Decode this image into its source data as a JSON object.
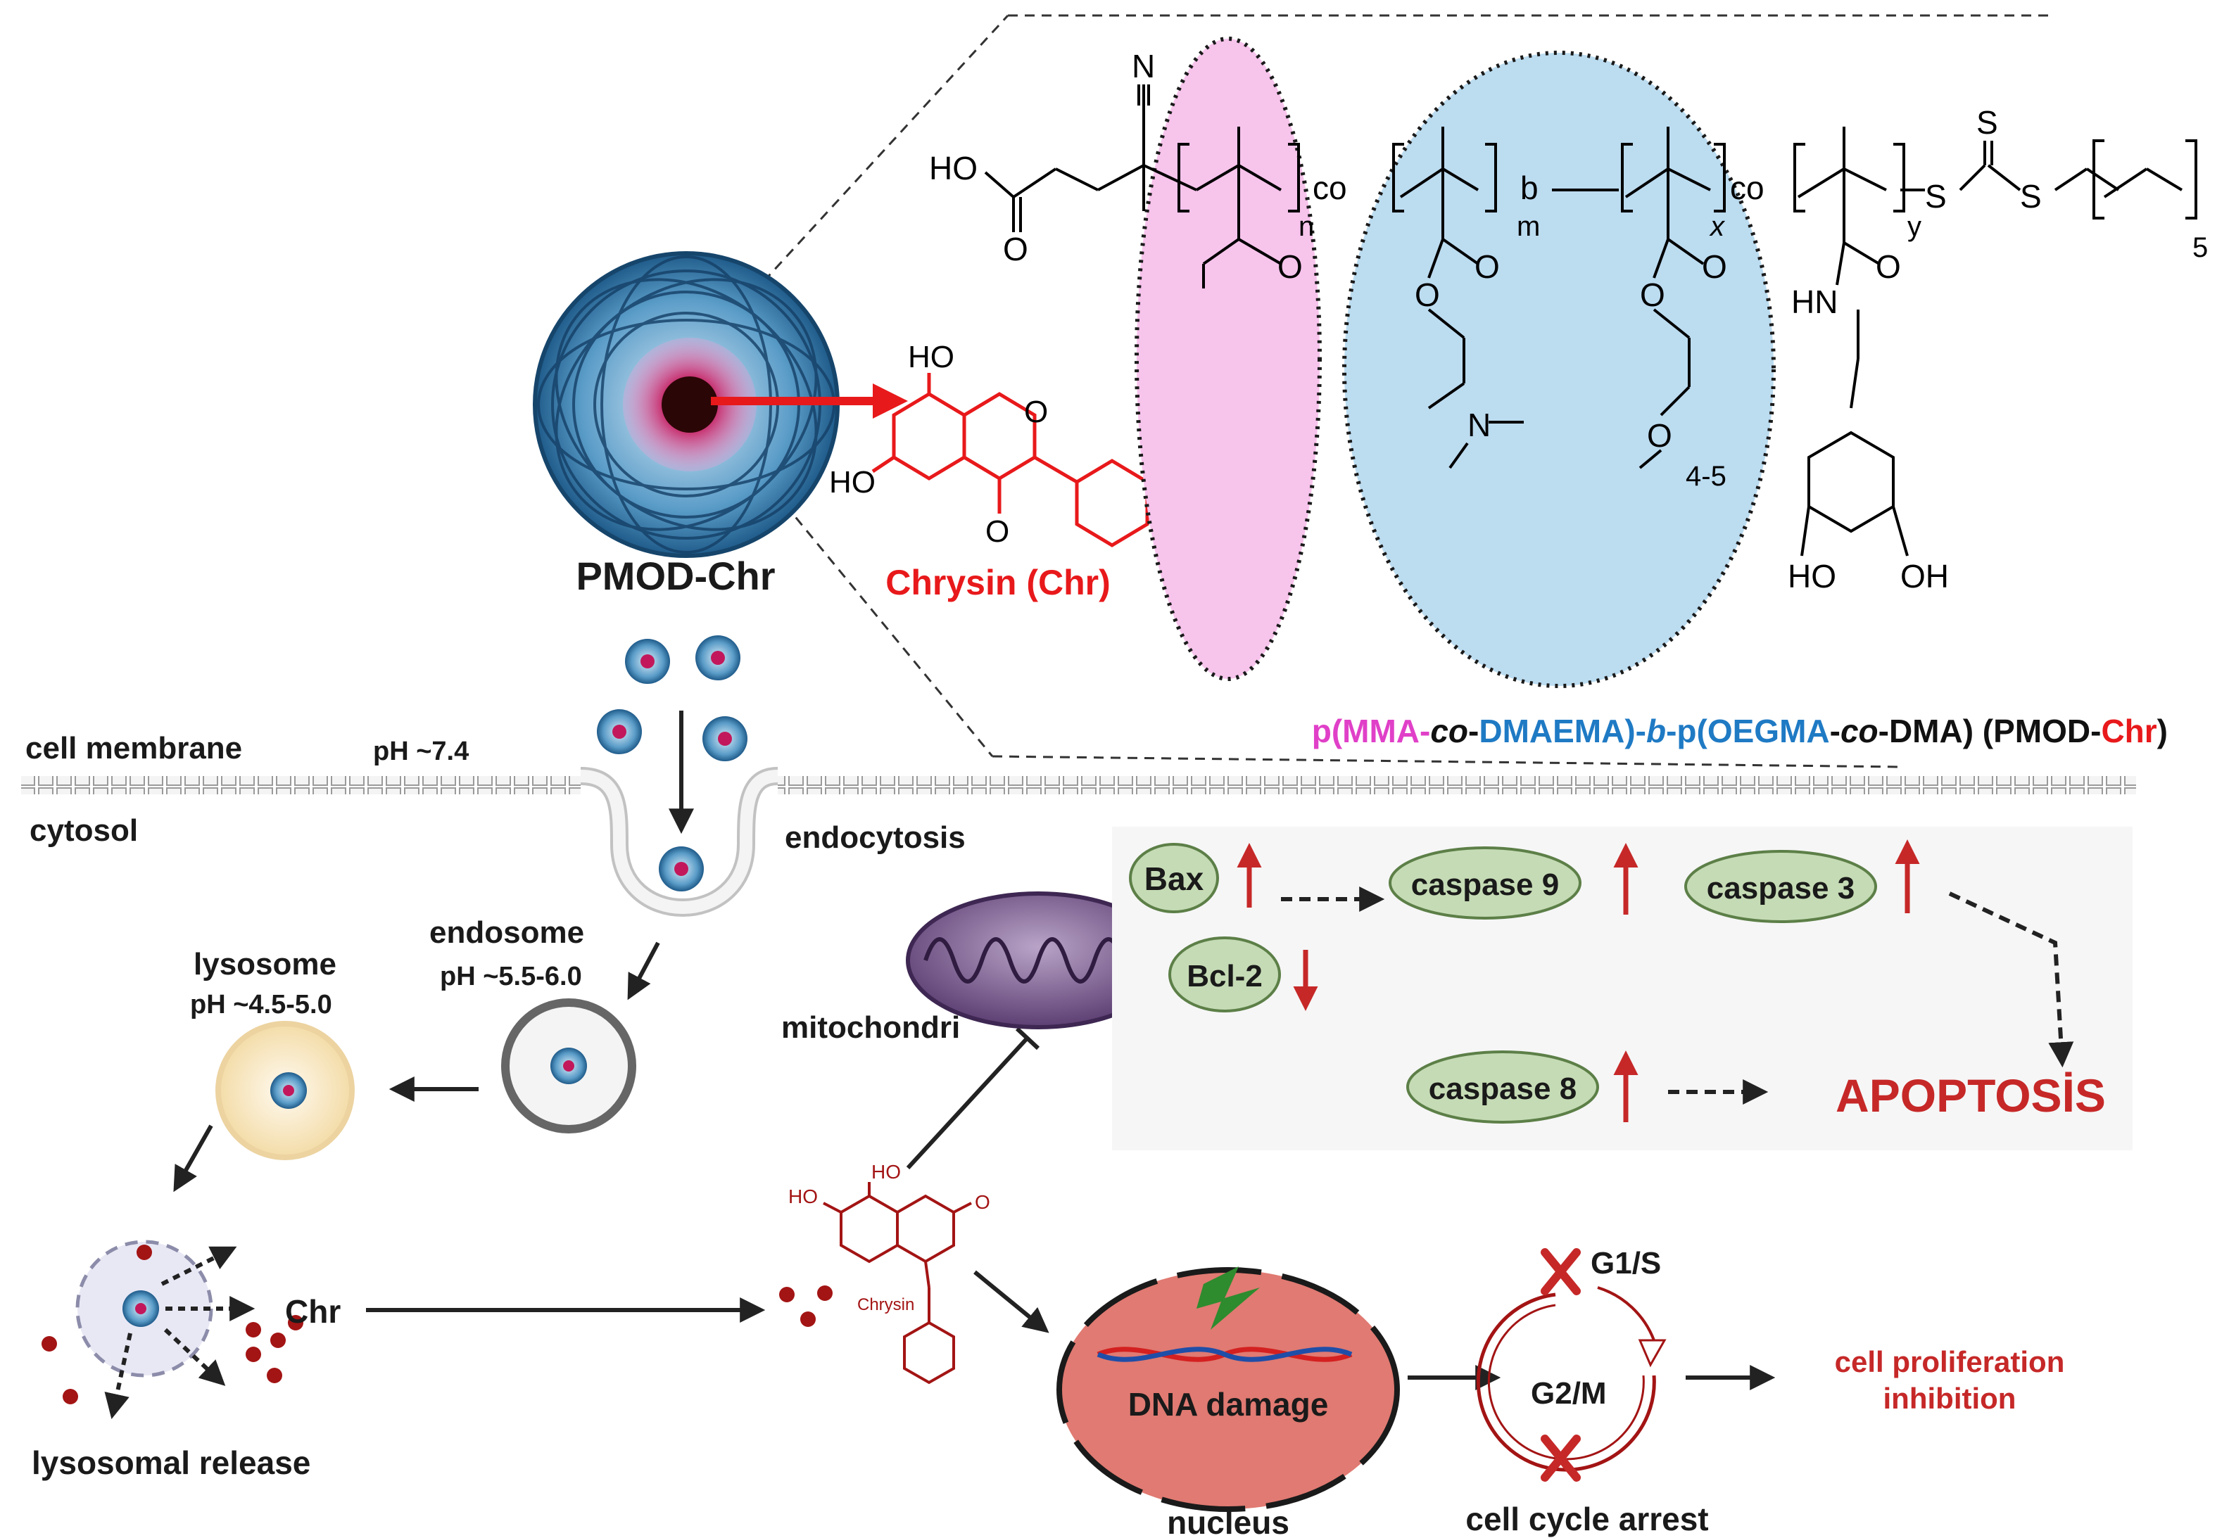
{
  "nanoparticle": {
    "label": "PMOD-Chr"
  },
  "chrysin": {
    "label": "Chrysin (Chr)",
    "oh_top": "HO",
    "oh_left": "HO",
    "ketone_o": "O",
    "ring_o": "O"
  },
  "polymer": {
    "acid": "HO",
    "acid_o": "O",
    "nitrile_n": "N",
    "co1": "co",
    "b": "b",
    "co2": "co",
    "n": "n",
    "m": "m",
    "x": "x",
    "y": "y",
    "five": "5",
    "four_five": "4-5",
    "s1": "S",
    "s2": "S",
    "s3": "S",
    "hn": "HN",
    "ho": "HO",
    "oh": "OH",
    "o": "O",
    "n_amine": "N",
    "title_parts": [
      {
        "t": "p(MMA-",
        "c": "#e040c8",
        "i": false
      },
      {
        "t": "co",
        "c": "#111111",
        "i": true
      },
      {
        "t": "-",
        "c": "#111111",
        "i": false
      },
      {
        "t": "DMAEMA)-",
        "c": "#1f7ac4",
        "i": false
      },
      {
        "t": "b",
        "c": "#1f7ac4",
        "i": true
      },
      {
        "t": "-p(OEGMA",
        "c": "#1f7ac4",
        "i": false
      },
      {
        "t": "-",
        "c": "#111111",
        "i": false
      },
      {
        "t": "co",
        "c": "#111111",
        "i": true
      },
      {
        "t": "-DMA) (PMOD-",
        "c": "#111111",
        "i": false
      },
      {
        "t": "Chr",
        "c": "#e8191b",
        "i": false
      },
      {
        "t": ")",
        "c": "#111111",
        "i": false
      }
    ]
  },
  "cell": {
    "membrane": "cell membrane",
    "ph_extra": "pH ~7.4",
    "cytosol": "cytosol",
    "endocytosis": "endocytosis",
    "endosome": "endosome",
    "ph_endo": "pH ~5.5-6.0",
    "lysosome": "lysosome",
    "ph_lyso": "pH ~4.5-5.0",
    "lyso_release": "lysosomal release",
    "chr": "Chr",
    "mito": "mitochondri",
    "chrysin_small": "Chrysin",
    "dna": "DNA damage",
    "nucleus": "nucleus",
    "g1s": "G1/S",
    "g2m": "G2/M",
    "arrest": "cell cycle arrest",
    "prolif1": "cell proliferation",
    "prolif2": "inhibition"
  },
  "apoptosis": {
    "bax": "Bax",
    "bcl2": "Bcl-2",
    "casp9": "caspase 9",
    "casp3": "caspase 3",
    "casp8": "caspase 8",
    "apoptosis": "APOPTOSİS"
  },
  "colors": {
    "red": "#c62828",
    "pill": "#c5dbb5",
    "pink": "#f7c4ec",
    "blue": "#bcdcf0",
    "nucleus": "#e07a72",
    "dark": "#222222"
  }
}
